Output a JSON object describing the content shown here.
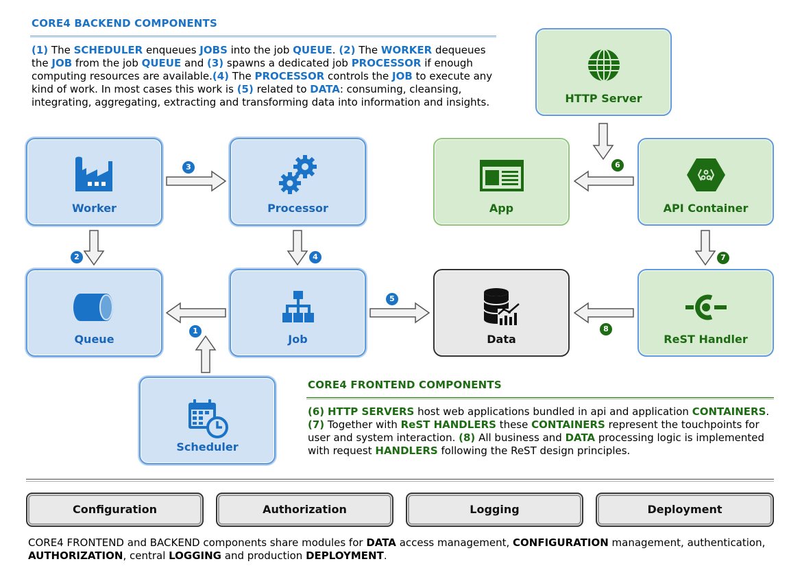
{
  "backend": {
    "title": "CORE4 BACKEND COMPONENTS",
    "description": [
      {
        "t": "(1)",
        "k": "b"
      },
      {
        "t": " The "
      },
      {
        "t": "SCHEDULER",
        "k": "b"
      },
      {
        "t": " enqueues "
      },
      {
        "t": "JOBS",
        "k": "b"
      },
      {
        "t": " into the job "
      },
      {
        "t": "QUEUE",
        "k": "b"
      },
      {
        "t": ". "
      },
      {
        "t": "(2)",
        "k": "b"
      },
      {
        "t": " The "
      },
      {
        "t": "WORKER",
        "k": "b"
      },
      {
        "t": " dequeues the "
      },
      {
        "t": "JOB",
        "k": "b"
      },
      {
        "t": " from the job "
      },
      {
        "t": "QUEUE",
        "k": "b"
      },
      {
        "t": " and "
      },
      {
        "t": "(3)",
        "k": "b"
      },
      {
        "t": " spawns a dedicated job "
      },
      {
        "t": "PROCESSOR",
        "k": "b"
      },
      {
        "t": " if enough computing resources are available."
      },
      {
        "t": "(4)",
        "k": "b"
      },
      {
        "t": " The "
      },
      {
        "t": "PROCESSOR",
        "k": "b"
      },
      {
        "t": " controls the "
      },
      {
        "t": "JOB",
        "k": "b"
      },
      {
        "t": " to execute any kind of work. In most cases this work is "
      },
      {
        "t": "(5)",
        "k": "b"
      },
      {
        "t": " related to "
      },
      {
        "t": "DATA",
        "k": "b"
      },
      {
        "t": ": consuming, cleansing, integrating, aggregating, extracting and transforming data into information and insights."
      }
    ]
  },
  "frontend": {
    "title": "CORE4 FRONTEND COMPONENTS",
    "description": [
      {
        "t": "(6)",
        "k": "g"
      },
      {
        "t": " "
      },
      {
        "t": "HTTP SERVERS",
        "k": "g"
      },
      {
        "t": " host web applications bundled in api and application "
      },
      {
        "t": "CONTAINERS",
        "k": "g"
      },
      {
        "t": ". "
      },
      {
        "t": "(7)",
        "k": "g"
      },
      {
        "t": " Together with "
      },
      {
        "t": "ReST HANDLERS",
        "k": "g"
      },
      {
        "t": " these "
      },
      {
        "t": "CONTAINERS",
        "k": "g"
      },
      {
        "t": " represent the touchpoints for user and system interaction. "
      },
      {
        "t": "(8)",
        "k": "g"
      },
      {
        "t": " All business and "
      },
      {
        "t": "DATA",
        "k": "g"
      },
      {
        "t": " processing logic is implemented with request "
      },
      {
        "t": "HANDLERS",
        "k": "g"
      },
      {
        "t": " following the ReST design principles."
      }
    ]
  },
  "nodes": {
    "worker": "Worker",
    "processor": "Processor",
    "queue": "Queue",
    "job": "Job",
    "scheduler": "Scheduler",
    "data": "Data",
    "http_server": "HTTP Server",
    "app": "App",
    "api_container": "API Container",
    "rest_handler": "ReST Handler"
  },
  "steps": [
    "1",
    "2",
    "3",
    "4",
    "5",
    "6",
    "7",
    "8"
  ],
  "shared_modules": [
    "Configuration",
    "Authorization",
    "Logging",
    "Deployment"
  ],
  "footer": [
    {
      "t": "CORE4 FRONTEND and BACKEND components share modules for "
    },
    {
      "t": "DATA",
      "k": "x"
    },
    {
      "t": " access management, "
    },
    {
      "t": "CONFIGURATION",
      "k": "x"
    },
    {
      "t": " management, authentication, "
    },
    {
      "t": "AUTHORIZATION",
      "k": "x"
    },
    {
      "t": ", central "
    },
    {
      "t": "LOGGING",
      "k": "x"
    },
    {
      "t": " and production "
    },
    {
      "t": "DEPLOYMENT",
      "k": "x"
    },
    {
      "t": "."
    }
  ],
  "colors": {
    "backend_accent": "#1a73c6",
    "frontend_accent": "#1d6b12",
    "blue_box": "#d2e2f5",
    "green_box": "#d6ebd0"
  },
  "icons": {
    "worker": "factory-icon",
    "processor": "gears-icon",
    "queue": "cylinder-icon",
    "job": "hierarchy-icon",
    "scheduler": "calendar-clock-icon",
    "data": "database-chart-icon",
    "http_server": "globe-icon",
    "app": "browser-window-icon",
    "api_container": "hexagon-api-icon",
    "rest_handler": "plug-icon"
  }
}
